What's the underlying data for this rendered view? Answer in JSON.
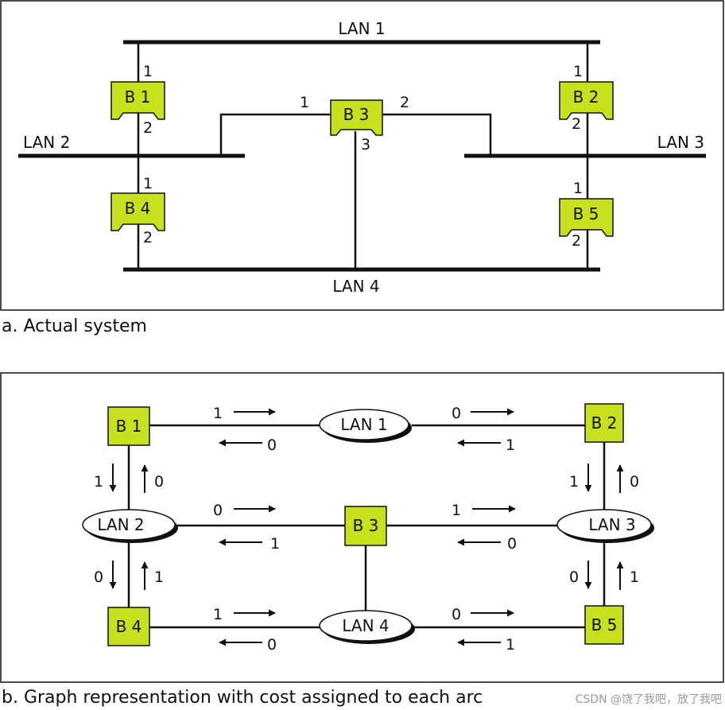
{
  "colors": {
    "bridge_fill": "#c8e11e",
    "line": "#111111",
    "lan_fill": "#ffffff"
  },
  "part_a": {
    "caption": "a. Actual system",
    "lans": [
      "LAN 1",
      "LAN 2",
      "LAN 3",
      "LAN 4"
    ],
    "bridges": [
      "B 1",
      "B 2",
      "B 3",
      "B 4",
      "B 5"
    ],
    "ports": {
      "b1_top": "1",
      "b1_bottom": "2",
      "b2_top": "1",
      "b2_bottom": "2",
      "b3_left": "1",
      "b3_right": "2",
      "b3_bottom": "3",
      "b4_top": "1",
      "b4_bottom": "2",
      "b5_top": "1",
      "b5_bottom": "2"
    }
  },
  "part_b": {
    "caption": "b. Graph representation with cost assigned to each arc",
    "lans": [
      "LAN 1",
      "LAN 2",
      "LAN 3",
      "LAN 4"
    ],
    "bridges": [
      "B 1",
      "B 2",
      "B 3",
      "B 4",
      "B 5"
    ],
    "costs": {
      "b1_lan1_fwd": "1",
      "b1_lan1_back": "0",
      "lan1_b2_fwd": "0",
      "lan1_b2_back": "1",
      "b1_lan2_down": "1",
      "b1_lan2_up": "0",
      "b2_lan3_down": "1",
      "b2_lan3_up": "0",
      "lan2_b3_fwd": "0",
      "lan2_b3_back": "1",
      "b3_lan3_fwd": "1",
      "b3_lan3_back": "0",
      "lan2_b4_down": "0",
      "lan2_b4_up": "1",
      "lan3_b5_down": "0",
      "lan3_b5_up": "1",
      "b4_lan4_fwd": "1",
      "b4_lan4_back": "0",
      "lan4_b5_fwd": "0",
      "lan4_b5_back": "1"
    }
  },
  "watermark": "CSDN @饶了我吧，放了我吧"
}
